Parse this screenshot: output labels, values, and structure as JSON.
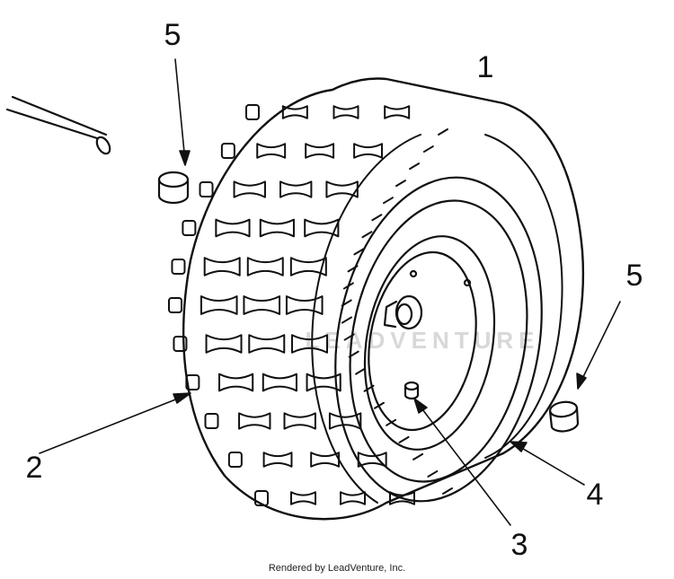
{
  "callouts": [
    {
      "id": "1",
      "label": "1"
    },
    {
      "id": "2",
      "label": "2"
    },
    {
      "id": "3",
      "label": "3"
    },
    {
      "id": "4",
      "label": "4"
    },
    {
      "id": "5a",
      "label": "5"
    },
    {
      "id": "5b",
      "label": "5"
    }
  ],
  "credit": "Rendered by LeadVenture, Inc.",
  "watermark": "LEADVENTURE",
  "colors": {
    "ink": "#111111",
    "background": "#ffffff",
    "watermark": "#d8d8d8"
  }
}
